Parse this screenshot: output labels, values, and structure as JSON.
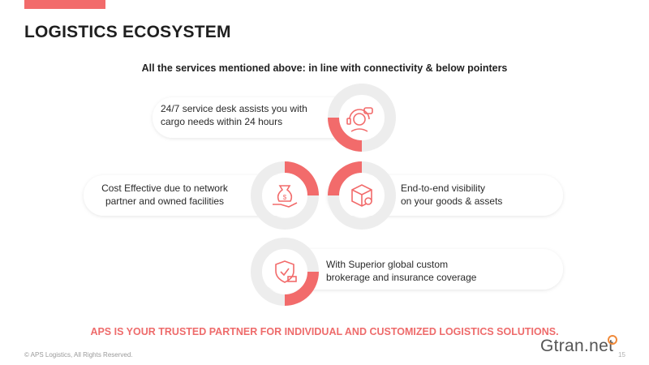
{
  "header": {
    "title": "LOGISTICS ECOSYSTEM",
    "subtitle": "All the services mentioned above: in line with connectivity & below pointers"
  },
  "services": [
    {
      "line1": "24/7 service desk assists you with",
      "line2": "cargo needs within 24 hours",
      "icon": "support-agent-icon"
    },
    {
      "line1": "Cost Effective due to network",
      "line2": "partner and owned facilities",
      "icon": "money-bag-hand-icon"
    },
    {
      "line1": "End-to-end visibility",
      "line2": "on your goods & assets",
      "icon": "package-tracking-icon"
    },
    {
      "line1": "With Superior global custom",
      "line2": "brokerage and insurance coverage",
      "icon": "shield-truck-icon"
    }
  ],
  "tagline": "APS IS YOUR TRUSTED PARTNER FOR INDIVIDUAL AND CUSTOMIZED LOGISTICS SOLUTIONS.",
  "footer": {
    "copyright": "© APS Logistics, All Rights Reserved.",
    "page_number": "15",
    "brand": "Gtran.net"
  },
  "colors": {
    "accent": "#f26b6b",
    "light_gray": "#eeeeee"
  }
}
